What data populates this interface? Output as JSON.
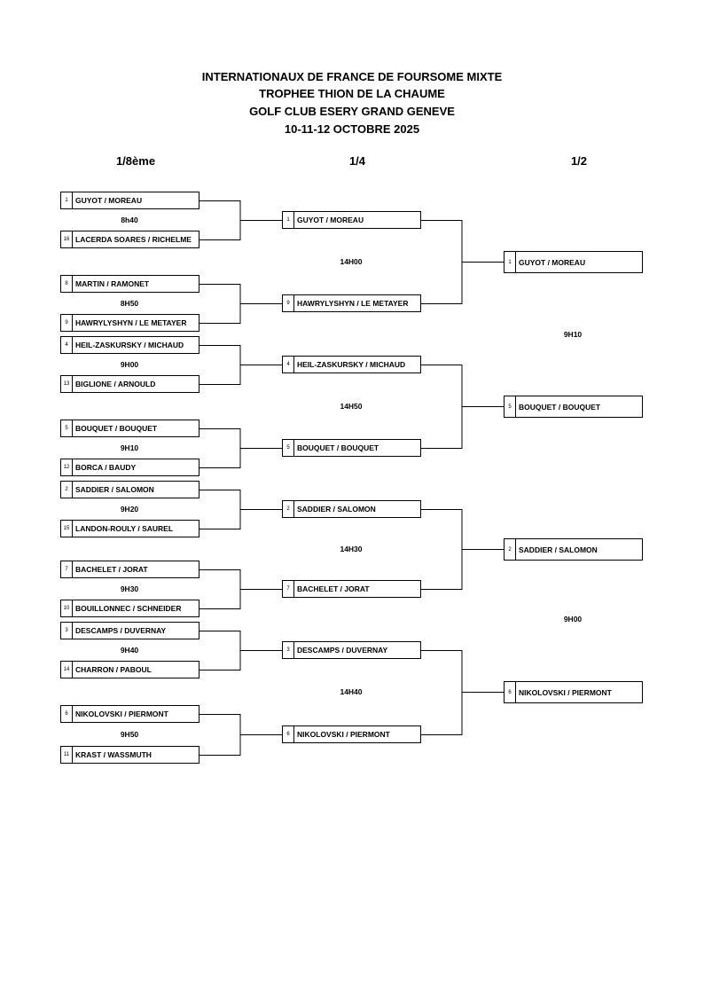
{
  "header": {
    "line1": "INTERNATIONAUX DE FRANCE DE FOURSOME MIXTE",
    "line2": "TROPHEE THION DE LA CHAUME",
    "line3": "GOLF CLUB ESERY GRAND GENEVE",
    "line4": "10-11-12 OCTOBRE 2025"
  },
  "rounds": {
    "r16": "1/8ème",
    "qf": "1/4",
    "sf": "1/2"
  },
  "r16": [
    {
      "top": {
        "seed": "1",
        "team": "GUYOT / MOREAU"
      },
      "bottom": {
        "seed": "16",
        "team": "LACERDA SOARES / RICHELME"
      },
      "time": "8h40"
    },
    {
      "top": {
        "seed": "8",
        "team": "MARTIN / RAMONET"
      },
      "bottom": {
        "seed": "9",
        "team": "HAWRYLYSHYN / LE METAYER"
      },
      "time": "8H50"
    },
    {
      "top": {
        "seed": "4",
        "team": "HEIL-ZASKURSKY / MICHAUD"
      },
      "bottom": {
        "seed": "13",
        "team": "BIGLIONE / ARNOULD"
      },
      "time": "9H00"
    },
    {
      "top": {
        "seed": "5",
        "team": "BOUQUET / BOUQUET"
      },
      "bottom": {
        "seed": "12",
        "team": "BORCA / BAUDY"
      },
      "time": "9H10"
    },
    {
      "top": {
        "seed": "2",
        "team": "SADDIER / SALOMON"
      },
      "bottom": {
        "seed": "15",
        "team": "LANDON-ROULY / SAUREL"
      },
      "time": "9H20"
    },
    {
      "top": {
        "seed": "7",
        "team": "BACHELET / JORAT"
      },
      "bottom": {
        "seed": "10",
        "team": "BOUILLONNEC / SCHNEIDER"
      },
      "time": "9H30"
    },
    {
      "top": {
        "seed": "3",
        "team": "DESCAMPS / DUVERNAY"
      },
      "bottom": {
        "seed": "14",
        "team": "CHARRON / PABOUL"
      },
      "time": "9H40"
    },
    {
      "top": {
        "seed": "6",
        "team": "NIKOLOVSKI / PIERMONT"
      },
      "bottom": {
        "seed": "11",
        "team": "KRAST / WASSMUTH"
      },
      "time": "9H50"
    }
  ],
  "qf": [
    {
      "top": {
        "seed": "1",
        "team": "GUYOT / MOREAU"
      },
      "bottom": {
        "seed": "9",
        "team": "HAWRYLYSHYN / LE METAYER"
      },
      "time": "14H00"
    },
    {
      "top": {
        "seed": "4",
        "team": "HEIL-ZASKURSKY / MICHAUD"
      },
      "bottom": {
        "seed": "5",
        "team": "BOUQUET / BOUQUET"
      },
      "time": "14H50"
    },
    {
      "top": {
        "seed": "2",
        "team": "SADDIER / SALOMON"
      },
      "bottom": {
        "seed": "7",
        "team": "BACHELET / JORAT"
      },
      "time": "14H30"
    },
    {
      "top": {
        "seed": "3",
        "team": "DESCAMPS / DUVERNAY"
      },
      "bottom": {
        "seed": "6",
        "team": "NIKOLOVSKI / PIERMONT"
      },
      "time": "14H40"
    }
  ],
  "sf": [
    {
      "top": {
        "seed": "1",
        "team": "GUYOT / MOREAU"
      },
      "bottom": {
        "seed": "5",
        "team": "BOUQUET / BOUQUET"
      },
      "time": "9H10"
    },
    {
      "top": {
        "seed": "2",
        "team": "SADDIER / SALOMON"
      },
      "bottom": {
        "seed": "6",
        "team": "NIKOLOVSKI / PIERMONT"
      },
      "time": "9H00"
    }
  ]
}
